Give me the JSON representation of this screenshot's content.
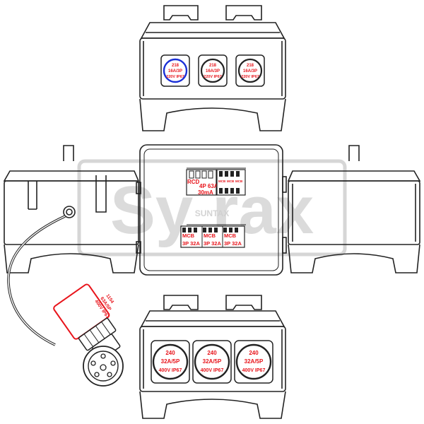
{
  "watermark": {
    "brand": "Sy  rax",
    "sub": "SUNTAX"
  },
  "top_box": {
    "sockets": [
      {
        "line1": "218",
        "line2": "16A/3P",
        "line3": "220V IP67"
      },
      {
        "line1": "218",
        "line2": "16A/3P",
        "line3": "220V IP67"
      },
      {
        "line1": "218",
        "line2": "16A/3P",
        "line3": "220V IP67"
      }
    ]
  },
  "center_panel": {
    "rcd": {
      "label": "RCD",
      "rating": "4P 63A",
      "sensitivity": "30mA"
    },
    "mini_labels": [
      "MCB",
      "MCB",
      "MCB"
    ],
    "mcbs": [
      {
        "label": "MCB",
        "rating": "3P 32A"
      },
      {
        "label": "MCB",
        "rating": "3P 32A"
      },
      {
        "label": "MCB",
        "rating": "3P 32A"
      }
    ]
  },
  "bottom_box": {
    "sockets": [
      {
        "line1": "240",
        "line2": "32A/5P",
        "line3": "400V IP67"
      },
      {
        "line1": "240",
        "line2": "32A/5P",
        "line3": "400V IP67"
      },
      {
        "line1": "240",
        "line2": "32A/5P",
        "line3": "400V IP67"
      }
    ]
  },
  "plug": {
    "line1": "1154",
    "line2": "63A/5P",
    "line3": "400V IP67"
  },
  "colors": {
    "label_red": "#e8141b",
    "socket_blue": "#1a2fd6",
    "line": "#222222"
  }
}
